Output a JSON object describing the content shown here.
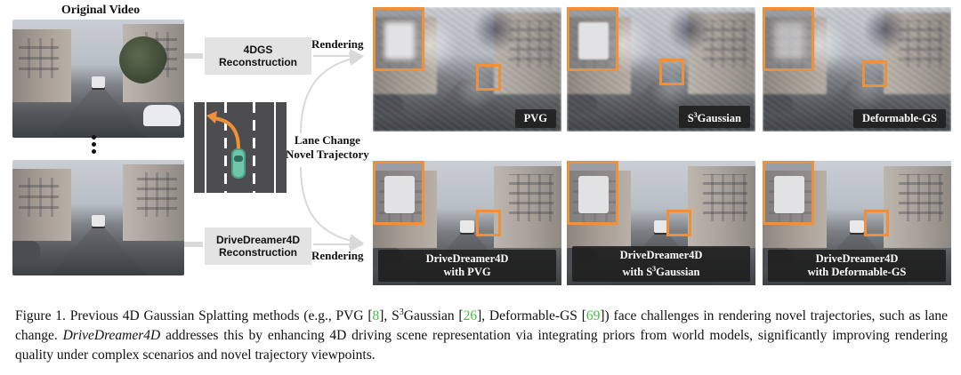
{
  "figure": {
    "original_video_title": "Original Video",
    "box_top": [
      "4DGS",
      "Reconstruction"
    ],
    "box_bottom": [
      "DriveDreamer4D",
      "Reconstruction"
    ],
    "rendering_label_top": "Rendering",
    "rendering_label_bottom": "Rendering",
    "lane_change_label": [
      "Lane Change",
      "Novel Trajectory"
    ],
    "top_row": [
      {
        "caption": "PVG"
      },
      {
        "caption_prefix": "S",
        "caption_sup": "3",
        "caption_suffix": "Gaussian"
      },
      {
        "caption": "Deformable-GS"
      }
    ],
    "bottom_row": [
      {
        "line1": "DriveDreamer4D",
        "line2": "with PVG"
      },
      {
        "line1": "DriveDreamer4D",
        "line2_prefix": "with S",
        "line2_sup": "3",
        "line2_suffix": "Gaussian"
      },
      {
        "line1": "DriveDreamer4D",
        "line2": "with Deformable-GS"
      }
    ],
    "colors": {
      "highlight_box": "#f0913a",
      "citation": "#3ec23e",
      "process_box": "#e3e3e3"
    }
  },
  "caption": {
    "label": "Figure 1.",
    "t1": "Previous 4D Gaussian Splatting methods (e.g., PVG [",
    "c1": "8",
    "t2": "], S",
    "sup": "3",
    "t3": "Gaussian [",
    "c2": "26",
    "t4": "], Deformable-GS [",
    "c3": "69",
    "t5": "]) face challenges in rendering novel trajectories, such as lane change. ",
    "emph": "DriveDreamer4D",
    "t6": " addresses this by enhancing 4D driving scene representation via integrating priors from world models, significantly improving rendering quality under complex scenarios and novel trajectory viewpoints."
  }
}
